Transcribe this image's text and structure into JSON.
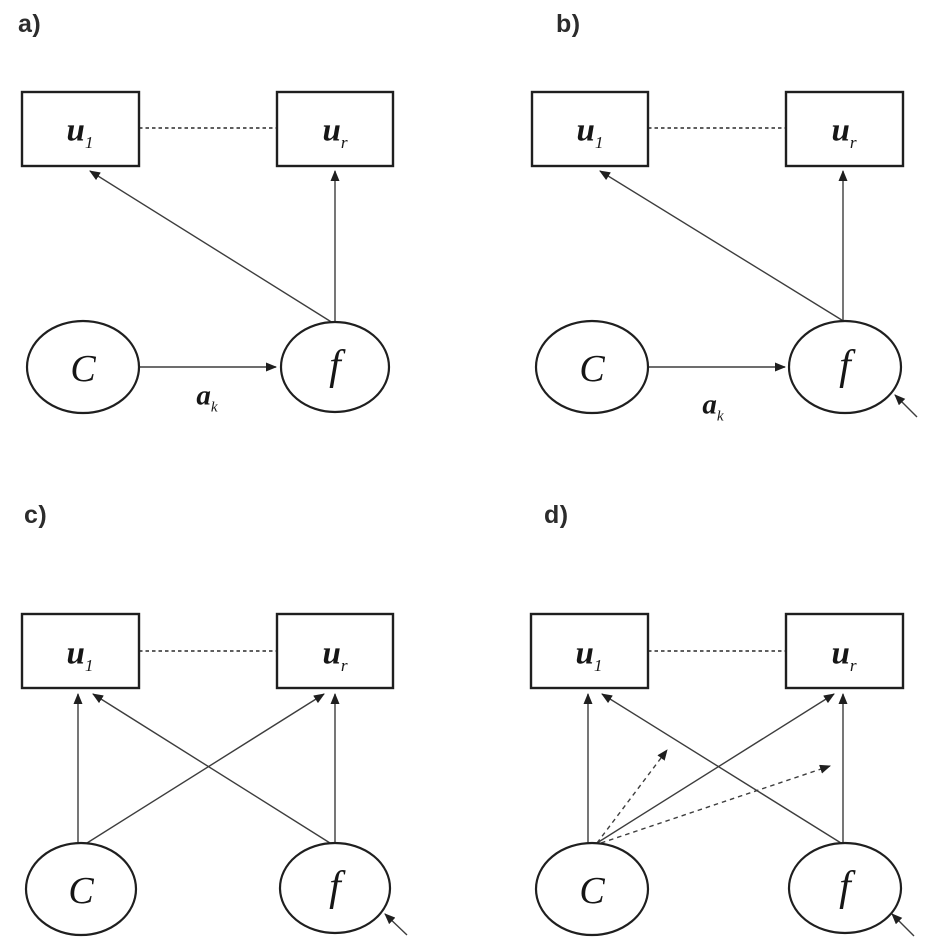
{
  "figure": {
    "background": "#ffffff",
    "box_border_color": "#1f1f1f",
    "arrow_color": "#3d3d3d",
    "text_color": "#161616",
    "type": "structural-equation-path-diagram",
    "panel_count": 4
  },
  "panels": [
    {
      "id": "a",
      "label": "a)",
      "nodes": {
        "u1": {
          "shape": "rectangle",
          "base": "u",
          "sub": "1"
        },
        "ur": {
          "shape": "rectangle",
          "base": "u",
          "sub": "r"
        },
        "C": {
          "shape": "ellipse",
          "label": "C"
        },
        "f": {
          "shape": "ellipse",
          "label": "f"
        }
      },
      "edges": [
        {
          "from": "u1",
          "to": "ur",
          "style": "dashed",
          "arrowhead": false
        },
        {
          "from": "f",
          "to": "u1",
          "style": "solid",
          "arrowhead": true
        },
        {
          "from": "f",
          "to": "ur",
          "style": "solid",
          "arrowhead": true
        },
        {
          "from": "C",
          "to": "f",
          "style": "solid",
          "arrowhead": true,
          "label_base": "a",
          "label_sub": "k"
        }
      ]
    },
    {
      "id": "b",
      "label": "b)",
      "nodes": {
        "u1": {
          "shape": "rectangle",
          "base": "u",
          "sub": "1"
        },
        "ur": {
          "shape": "rectangle",
          "base": "u",
          "sub": "r"
        },
        "C": {
          "shape": "ellipse",
          "label": "C"
        },
        "f": {
          "shape": "ellipse",
          "label": "f"
        }
      },
      "edges": [
        {
          "from": "u1",
          "to": "ur",
          "style": "dashed",
          "arrowhead": false
        },
        {
          "from": "f",
          "to": "u1",
          "style": "solid",
          "arrowhead": true
        },
        {
          "from": "f",
          "to": "ur",
          "style": "solid",
          "arrowhead": true
        },
        {
          "from": "C",
          "to": "f",
          "style": "solid",
          "arrowhead": true,
          "label_base": "a",
          "label_sub": "k"
        },
        {
          "from": "residual",
          "to": "f",
          "style": "solid",
          "arrowhead": true
        }
      ]
    },
    {
      "id": "c",
      "label": "c)",
      "nodes": {
        "u1": {
          "shape": "rectangle",
          "base": "u",
          "sub": "1"
        },
        "ur": {
          "shape": "rectangle",
          "base": "u",
          "sub": "r"
        },
        "C": {
          "shape": "ellipse",
          "label": "C"
        },
        "f": {
          "shape": "ellipse",
          "label": "f"
        }
      },
      "edges": [
        {
          "from": "u1",
          "to": "ur",
          "style": "dashed",
          "arrowhead": false
        },
        {
          "from": "C",
          "to": "u1",
          "style": "solid",
          "arrowhead": true
        },
        {
          "from": "C",
          "to": "ur",
          "style": "solid",
          "arrowhead": true
        },
        {
          "from": "f",
          "to": "u1",
          "style": "solid",
          "arrowhead": true
        },
        {
          "from": "f",
          "to": "ur",
          "style": "solid",
          "arrowhead": true
        },
        {
          "from": "residual",
          "to": "f",
          "style": "solid",
          "arrowhead": true
        }
      ]
    },
    {
      "id": "d",
      "label": "d)",
      "nodes": {
        "u1": {
          "shape": "rectangle",
          "base": "u",
          "sub": "1"
        },
        "ur": {
          "shape": "rectangle",
          "base": "u",
          "sub": "r"
        },
        "C": {
          "shape": "ellipse",
          "label": "C"
        },
        "f": {
          "shape": "ellipse",
          "label": "f"
        }
      },
      "edges": [
        {
          "from": "u1",
          "to": "ur",
          "style": "dashed",
          "arrowhead": false
        },
        {
          "from": "C",
          "to": "u1",
          "style": "solid",
          "arrowhead": true
        },
        {
          "from": "C",
          "to": "ur",
          "style": "solid",
          "arrowhead": true
        },
        {
          "from": "f",
          "to": "u1",
          "style": "solid",
          "arrowhead": true
        },
        {
          "from": "f",
          "to": "ur",
          "style": "solid",
          "arrowhead": true
        },
        {
          "from": "C",
          "to": "path(f,u1)",
          "style": "dashed",
          "arrowhead": true
        },
        {
          "from": "C",
          "to": "path(f,ur)",
          "style": "dashed",
          "arrowhead": true
        },
        {
          "from": "residual",
          "to": "f",
          "style": "solid",
          "arrowhead": true
        }
      ]
    }
  ]
}
